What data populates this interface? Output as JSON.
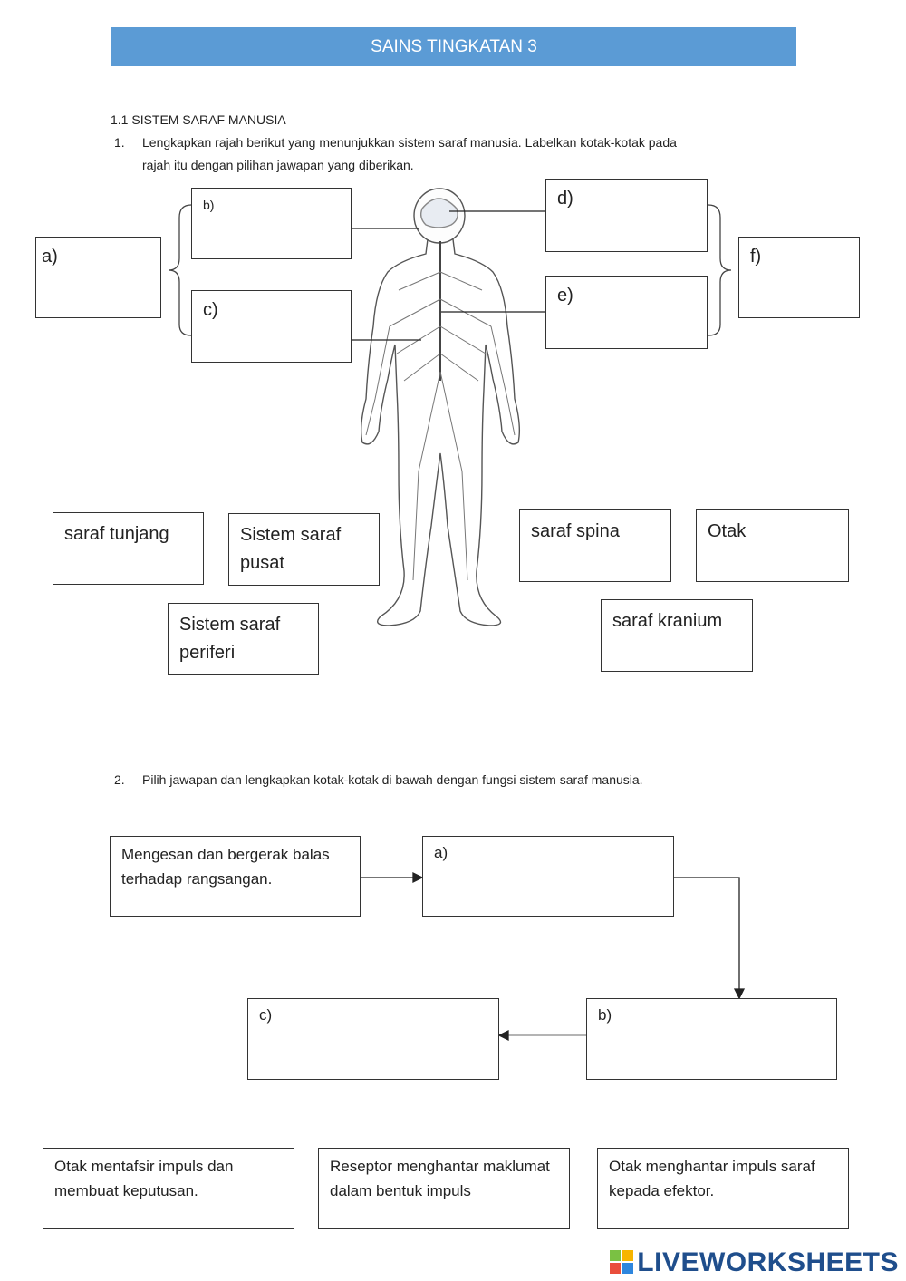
{
  "header": {
    "title": "SAINS TINGKATAN 3"
  },
  "section": {
    "title": "1.1  SISTEM SARAF MANUSIA"
  },
  "q1": {
    "number": "1.",
    "text_line1": "Lengkapkan rajah berikut yang menunjukkan sistem saraf manusia. Labelkan kotak-kotak pada",
    "text_line2": "rajah itu dengan pilihan jawapan yang diberikan.",
    "labels": {
      "a": "a)",
      "b": "b)",
      "c": "c)",
      "d": "d)",
      "e": "e)",
      "f": "f)"
    },
    "options": [
      "saraf tunjang",
      "Sistem saraf pusat",
      "saraf spina",
      "Otak",
      "Sistem saraf periferi",
      "saraf kranium"
    ]
  },
  "q2": {
    "number": "2.",
    "text": "Pilih jawapan dan lengkapkan kotak-kotak di bawah dengan fungsi sistem saraf manusia.",
    "start_box": "Mengesan dan bergerak balas terhadap rangsangan.",
    "labels": {
      "a": "a)",
      "b": "b)",
      "c": "c)"
    },
    "options": [
      "Otak mentafsir impuls dan membuat keputusan.",
      "Reseptor menghantar maklumat dalam bentuk impuls",
      "Otak menghantar impuls saraf kepada efektor."
    ]
  },
  "brand": {
    "logo_text": "LIVEWORKSHEETS",
    "logo_icon": "liveworksheets-logo-icon"
  }
}
